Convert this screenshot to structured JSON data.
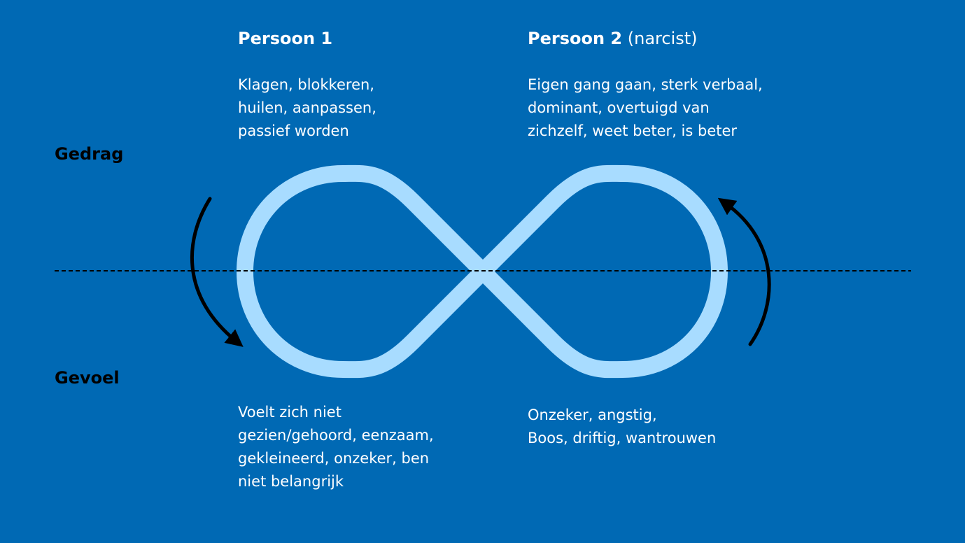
{
  "labels": {
    "gedrag": "Gedrag",
    "gevoel": "Gevoel"
  },
  "person1": {
    "title": "Persoon 1",
    "behavior_lines": [
      "Klagen, blokkeren,",
      "huilen, aanpassen,",
      "passief worden"
    ],
    "feeling_lines": [
      "Voelt zich niet",
      "gezien/gehoord, eenzaam,",
      "gekleineerd, onzeker, ben",
      "niet belangrijk"
    ]
  },
  "person2": {
    "title": "Persoon 2",
    "subtitle": "(narcist)",
    "behavior_lines": [
      "Eigen gang gaan, sterk verbaal,",
      "dominant, overtuigd van",
      "zichzelf, weet beter, is beter"
    ],
    "feeling_lines": [
      "Onzeker, angstig,",
      "Boos, driftig, wantrouwen"
    ]
  },
  "colors": {
    "background": "#0069b4",
    "infinity_loop": "#a8dcff",
    "text": "#ffffff",
    "axis_labels": "#000000",
    "arrows": "#000000",
    "divider": "#000000"
  }
}
